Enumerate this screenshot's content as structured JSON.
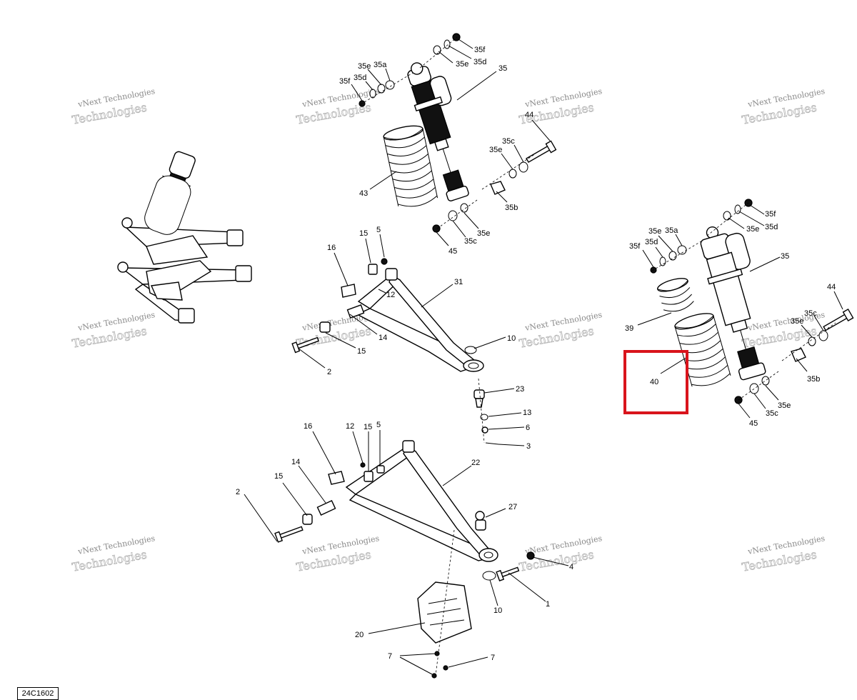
{
  "diagram_code": "24C1602",
  "watermark": {
    "line1": "vNext Technologies",
    "line2": "Technologies"
  },
  "highlighted_part": "40",
  "labels": {
    "l35f_top": "35f",
    "l35e_top": "35e",
    "l35d_top": "35d",
    "l35_top": "35",
    "l35e_tl": "35e",
    "l35a_tl": "35a",
    "l35d_tl": "35d",
    "l35f_tl": "35f",
    "l44_top": "44",
    "l35c_top": "35c",
    "l35e_mid": "35e",
    "l35b_top": "35b",
    "l43": "43",
    "l45_top": "45",
    "l35c_bot": "35c",
    "l35e_bot": "35e",
    "l15_a": "15",
    "l5_a": "5",
    "l16_a": "16",
    "l12_a": "12",
    "l31": "31",
    "l14_a": "14",
    "l15_b": "15",
    "l2_a": "2",
    "l10_a": "10",
    "l23": "23",
    "l13": "13",
    "l6": "6",
    "l3": "3",
    "l16_b": "16",
    "l12_b": "12",
    "l15_c": "15",
    "l5_b": "5",
    "l22": "22",
    "l14_b": "14",
    "l15_d": "15",
    "l2_b": "2",
    "l27": "27",
    "l4": "4",
    "l1": "1",
    "l10_b": "10",
    "l20": "20",
    "l7_a": "7",
    "l7_b": "7",
    "r35f_top": "35f",
    "r35e_top": "35e",
    "r35d_top": "35d",
    "r35e_tl": "35e",
    "r35a_tl": "35a",
    "r35d_tl": "35d",
    "r35f_tl": "35f",
    "r35": "35",
    "r44": "44",
    "r35c": "35c",
    "r35e_mid": "35e",
    "r39": "39",
    "r40": "40",
    "r35b": "35b",
    "r35e_bot": "35e",
    "r35c_bot": "35c",
    "r45": "45"
  }
}
